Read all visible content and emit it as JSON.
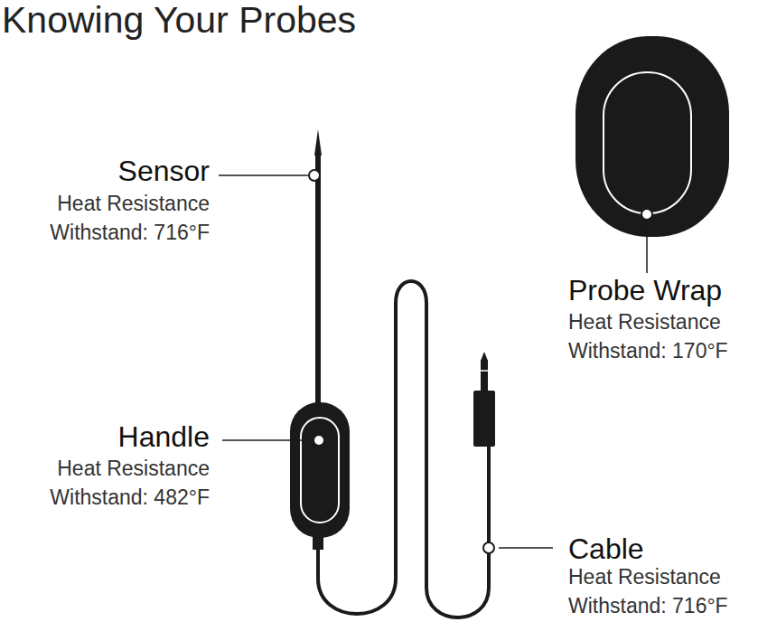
{
  "diagram": {
    "title": "Knowing Your Probes",
    "labels": [
      "Sensor",
      "Heat Resistance Withstand: 716°F",
      "Handle",
      "Heat Resistance Withstand: 482°F",
      "Probe Wrap",
      "Heat Resistance Withstand: 170°F",
      "Cable",
      "Heat Resistance Withstand: 716°F"
    ]
  }
}
